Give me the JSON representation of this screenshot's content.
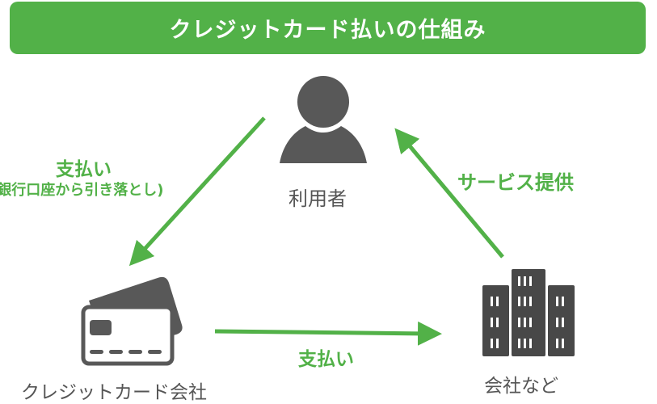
{
  "title": "クレジットカード払いの仕組み",
  "colors": {
    "accent": "#52b148",
    "icon": "#585858",
    "text": "#555555"
  },
  "nodes": {
    "user": {
      "label": "利用者",
      "icon": "person-icon"
    },
    "card_company": {
      "label": "クレジットカード会社",
      "icon": "credit-card-icon"
    },
    "company": {
      "label": "会社など",
      "icon": "building-icon"
    }
  },
  "arrows": {
    "user_to_card": {
      "label": "支払い",
      "sublabel": "(銀行口座から引き落とし)"
    },
    "company_to_user": {
      "label": "サービス提供"
    },
    "card_to_company": {
      "label": "支払い"
    }
  }
}
